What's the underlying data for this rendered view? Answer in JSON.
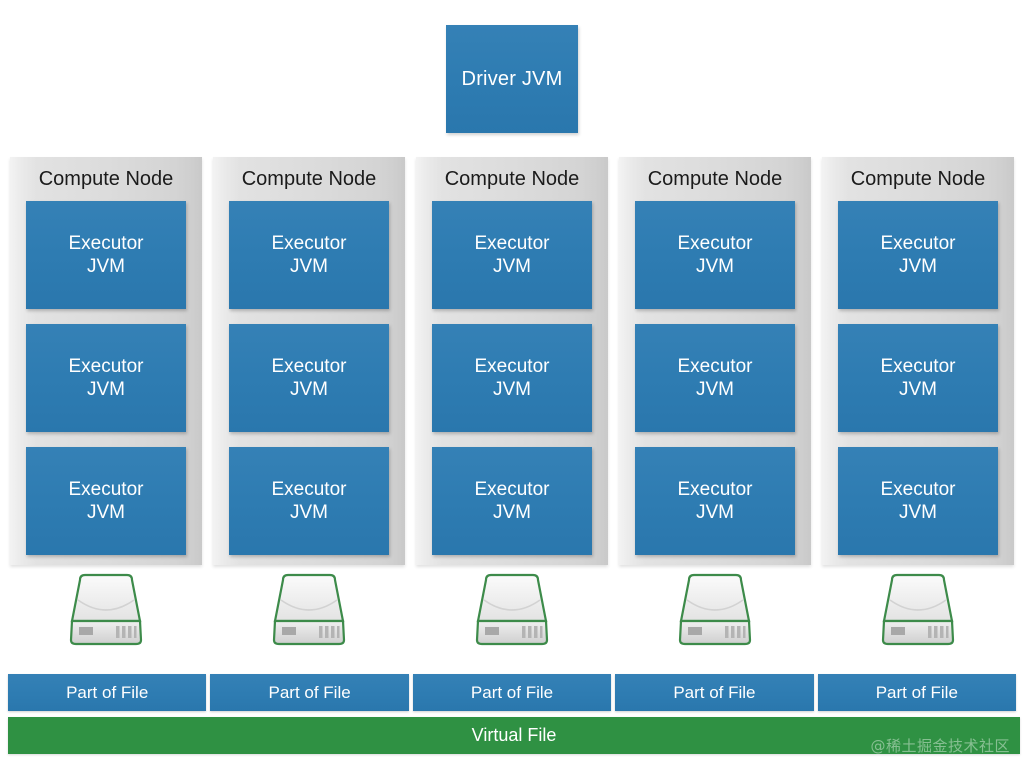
{
  "diagram": {
    "title": "Spark cluster architecture diagram",
    "colors": {
      "jvm_blue": "#2e7cb2",
      "virtual_file_green": "#2f9143",
      "node_panel_gray": "#dcdcdc",
      "disk_outline_green": "#3d8b4a",
      "background": "#ffffff",
      "text_on_blue": "#ffffff",
      "node_title_text": "#1b1b1b"
    },
    "driver": {
      "label": "Driver JVM"
    },
    "nodes": [
      {
        "title": "Compute Node",
        "executors": [
          "Executor\nJVM",
          "Executor\nJVM",
          "Executor\nJVM"
        ],
        "executor_line1": "Executor",
        "executor_line2": "JVM",
        "disk": "disk-icon"
      },
      {
        "title": "Compute Node",
        "executors": [
          "Executor\nJVM",
          "Executor\nJVM",
          "Executor\nJVM"
        ],
        "executor_line1": "Executor",
        "executor_line2": "JVM",
        "disk": "disk-icon"
      },
      {
        "title": "Compute Node",
        "executors": [
          "Executor\nJVM",
          "Executor\nJVM",
          "Executor\nJVM"
        ],
        "executor_line1": "Executor",
        "executor_line2": "JVM",
        "disk": "disk-icon"
      },
      {
        "title": "Compute Node",
        "executors": [
          "Executor\nJVM",
          "Executor\nJVM",
          "Executor\nJVM"
        ],
        "executor_line1": "Executor",
        "executor_line2": "JVM",
        "disk": "disk-icon"
      },
      {
        "title": "Compute Node",
        "executors": [
          "Executor\nJVM",
          "Executor\nJVM",
          "Executor\nJVM"
        ],
        "executor_line1": "Executor",
        "executor_line2": "JVM",
        "disk": "disk-icon"
      }
    ],
    "file_parts": [
      {
        "label": "Part of File"
      },
      {
        "label": "Part of File"
      },
      {
        "label": "Part of File"
      },
      {
        "label": "Part of File"
      },
      {
        "label": "Part of File"
      }
    ],
    "virtual_file": {
      "label": "Virtual File"
    },
    "watermark": {
      "text": "@稀土掘金技术社区"
    }
  }
}
